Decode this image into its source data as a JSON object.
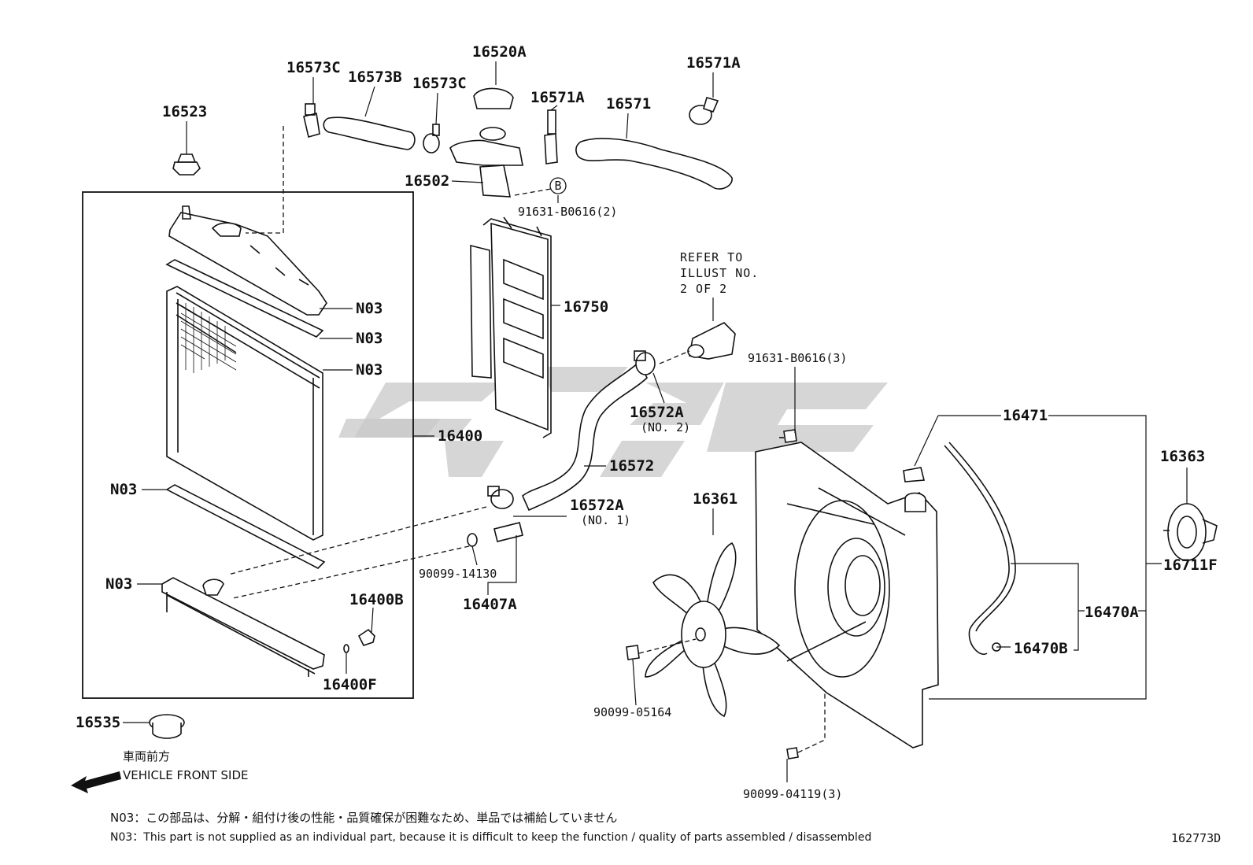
{
  "diagram": {
    "code": "162773D",
    "labels": {
      "p16573C_a": "16573C",
      "p16573B": "16573B",
      "p16520A": "16520A",
      "p16573C_b": "16573C",
      "p16571A_a": "16571A",
      "p16571A_b": "16571A",
      "p16571": "16571",
      "p16523": "16523",
      "p16502": "16502",
      "p91631_2": "91631-B0616(2)",
      "circle_b": "B",
      "refer_1": "REFER TO",
      "refer_2": "ILLUST NO.",
      "refer_3": "2 OF 2",
      "p16750": "16750",
      "n03_1": "N03",
      "n03_2": "N03",
      "n03_3": "N03",
      "n03_4": "N03",
      "n03_5": "N03",
      "p16400": "16400",
      "p91631_3": "91631-B0616(3)",
      "p16572A_2": "16572A",
      "no2": "(NO. 2)",
      "p16572": "16572",
      "p16572A_1": "16572A",
      "no1": "(NO. 1)",
      "p90099_14130": "90099-14130",
      "p16407A": "16407A",
      "p16400B": "16400B",
      "p16400F": "16400F",
      "p16535": "16535",
      "p16471": "16471",
      "p16363": "16363",
      "p16361": "16361",
      "p16711F": "16711F",
      "p16470A": "16470A",
      "p16470B": "16470B",
      "p90099_05164": "90099-05164",
      "p90099_04119": "90099-04119(3)"
    },
    "direction": {
      "jp": "車両前方",
      "en": "VEHICLE FRONT SIDE"
    },
    "footnotes": {
      "jp": "N03：この部品は、分解・組付け後の性能・品質確保が困難なため、単品では補給していません",
      "en": "N03：This part is not supplied as an individual part, because it is difficult to keep the function / quality of parts assembled / disassembled"
    }
  },
  "colors": {
    "ink": "#111111",
    "watermark": "#c8c8c8",
    "background": "#ffffff"
  }
}
